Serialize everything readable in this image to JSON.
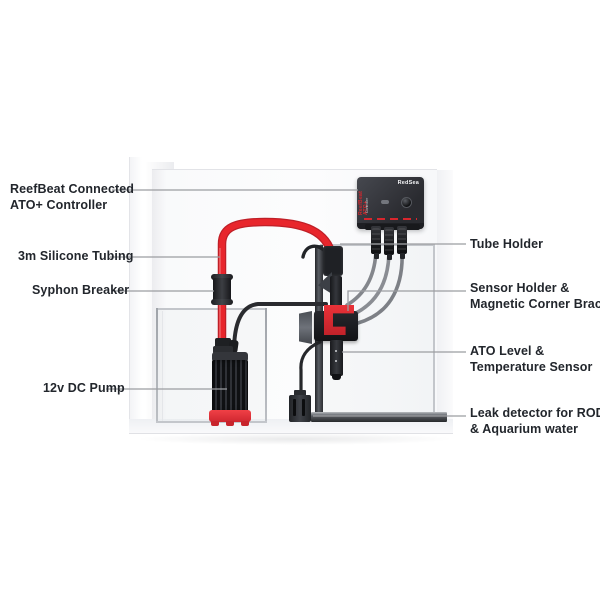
{
  "labels": {
    "left": [
      {
        "line1": "ReefBeat Connected",
        "line2": "ATO+ Controller"
      },
      {
        "line1": "3m Silicone Tubing"
      },
      {
        "line1": "Syphon Breaker"
      },
      {
        "line1": "12v DC Pump"
      }
    ],
    "right": [
      {
        "line1": "Tube Holder"
      },
      {
        "line1": "Sensor Holder &",
        "line2": "Magnetic Corner Bracket"
      },
      {
        "line1": "ATO Level &",
        "line2": "Temperature Sensor"
      },
      {
        "line1": "Leak detector for RODI",
        "line2": "& Aquarium water"
      }
    ]
  },
  "controller": {
    "brand": "RedSea",
    "model_vertical": "ReefBeat ATO+",
    "model_sub": "Controller"
  },
  "colors": {
    "accent_red": "#d8262d",
    "tube_red": "#e8262c",
    "label_text": "#22262c",
    "leader_line": "#9b9da1"
  }
}
